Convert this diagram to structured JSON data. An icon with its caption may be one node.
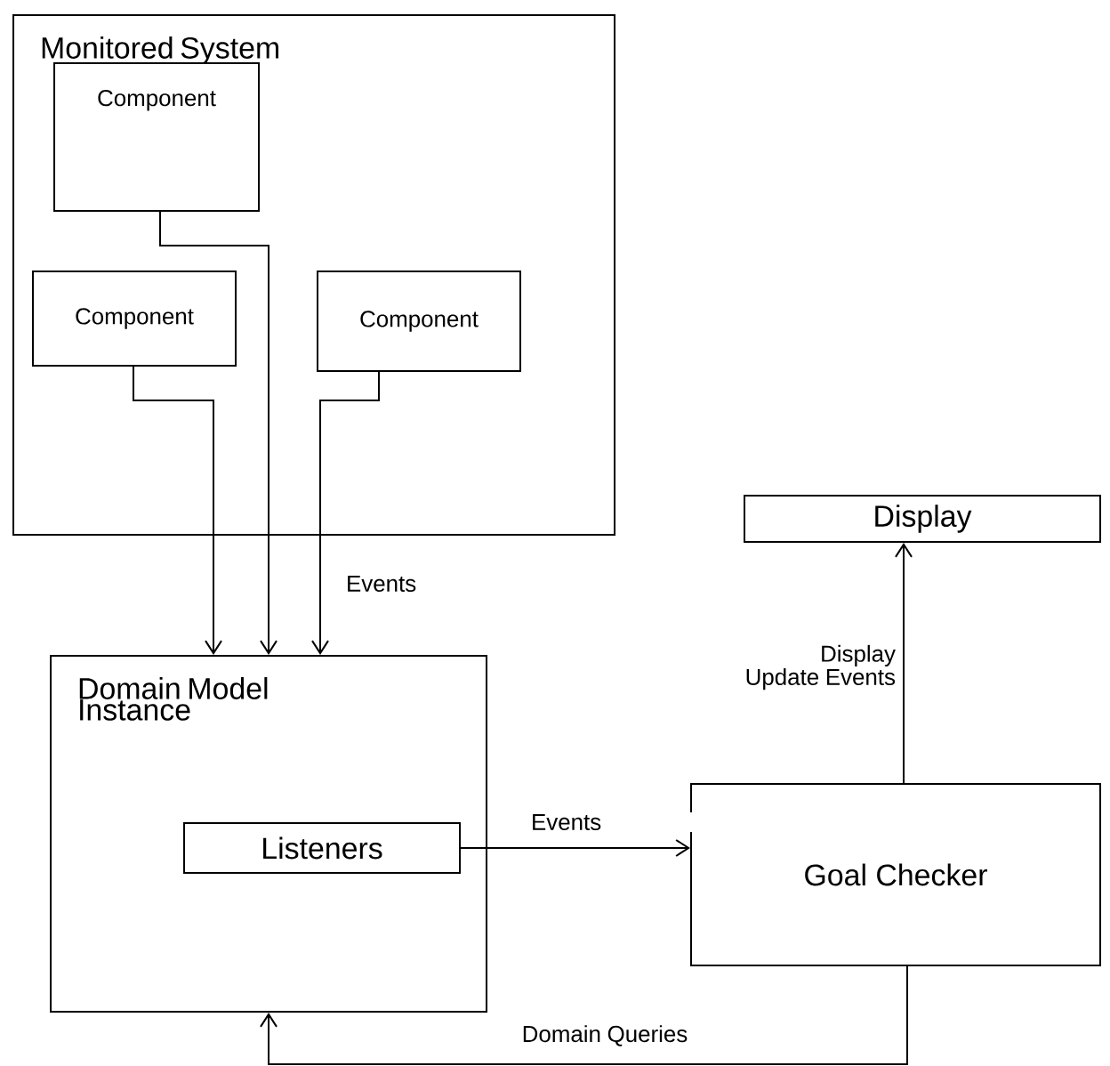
{
  "diagram": {
    "nodes": [
      {
        "text": [
          "Monitored System"
        ]
      },
      {
        "text": [
          "Component"
        ],
        "in": 0
      },
      {
        "text": [
          "Component"
        ],
        "in": 0
      },
      {
        "text": [
          "Component"
        ],
        "in": 0
      },
      {
        "text": [
          "Domain Model Instance"
        ]
      },
      {
        "text": [
          "Listeners"
        ],
        "in": 4
      },
      {
        "text": [
          "Goal Checker"
        ]
      },
      {
        "text": [
          "Display"
        ]
      }
    ],
    "edges": [
      {
        "from": 1,
        "to": 4,
        "arrow": "to"
      },
      {
        "from": 2,
        "to": 4,
        "arrow": "to"
      },
      {
        "from": 3,
        "to": 4,
        "arrow": "to",
        "label": "Events"
      },
      {
        "from": 5,
        "to": 6,
        "arrow": "to",
        "label": "Events"
      },
      {
        "from": 6,
        "to": 7,
        "arrow": "to",
        "label": "Display Update Events"
      },
      {
        "from": 6,
        "to": 4,
        "arrow": "to",
        "label": "Domain Queries"
      }
    ]
  }
}
